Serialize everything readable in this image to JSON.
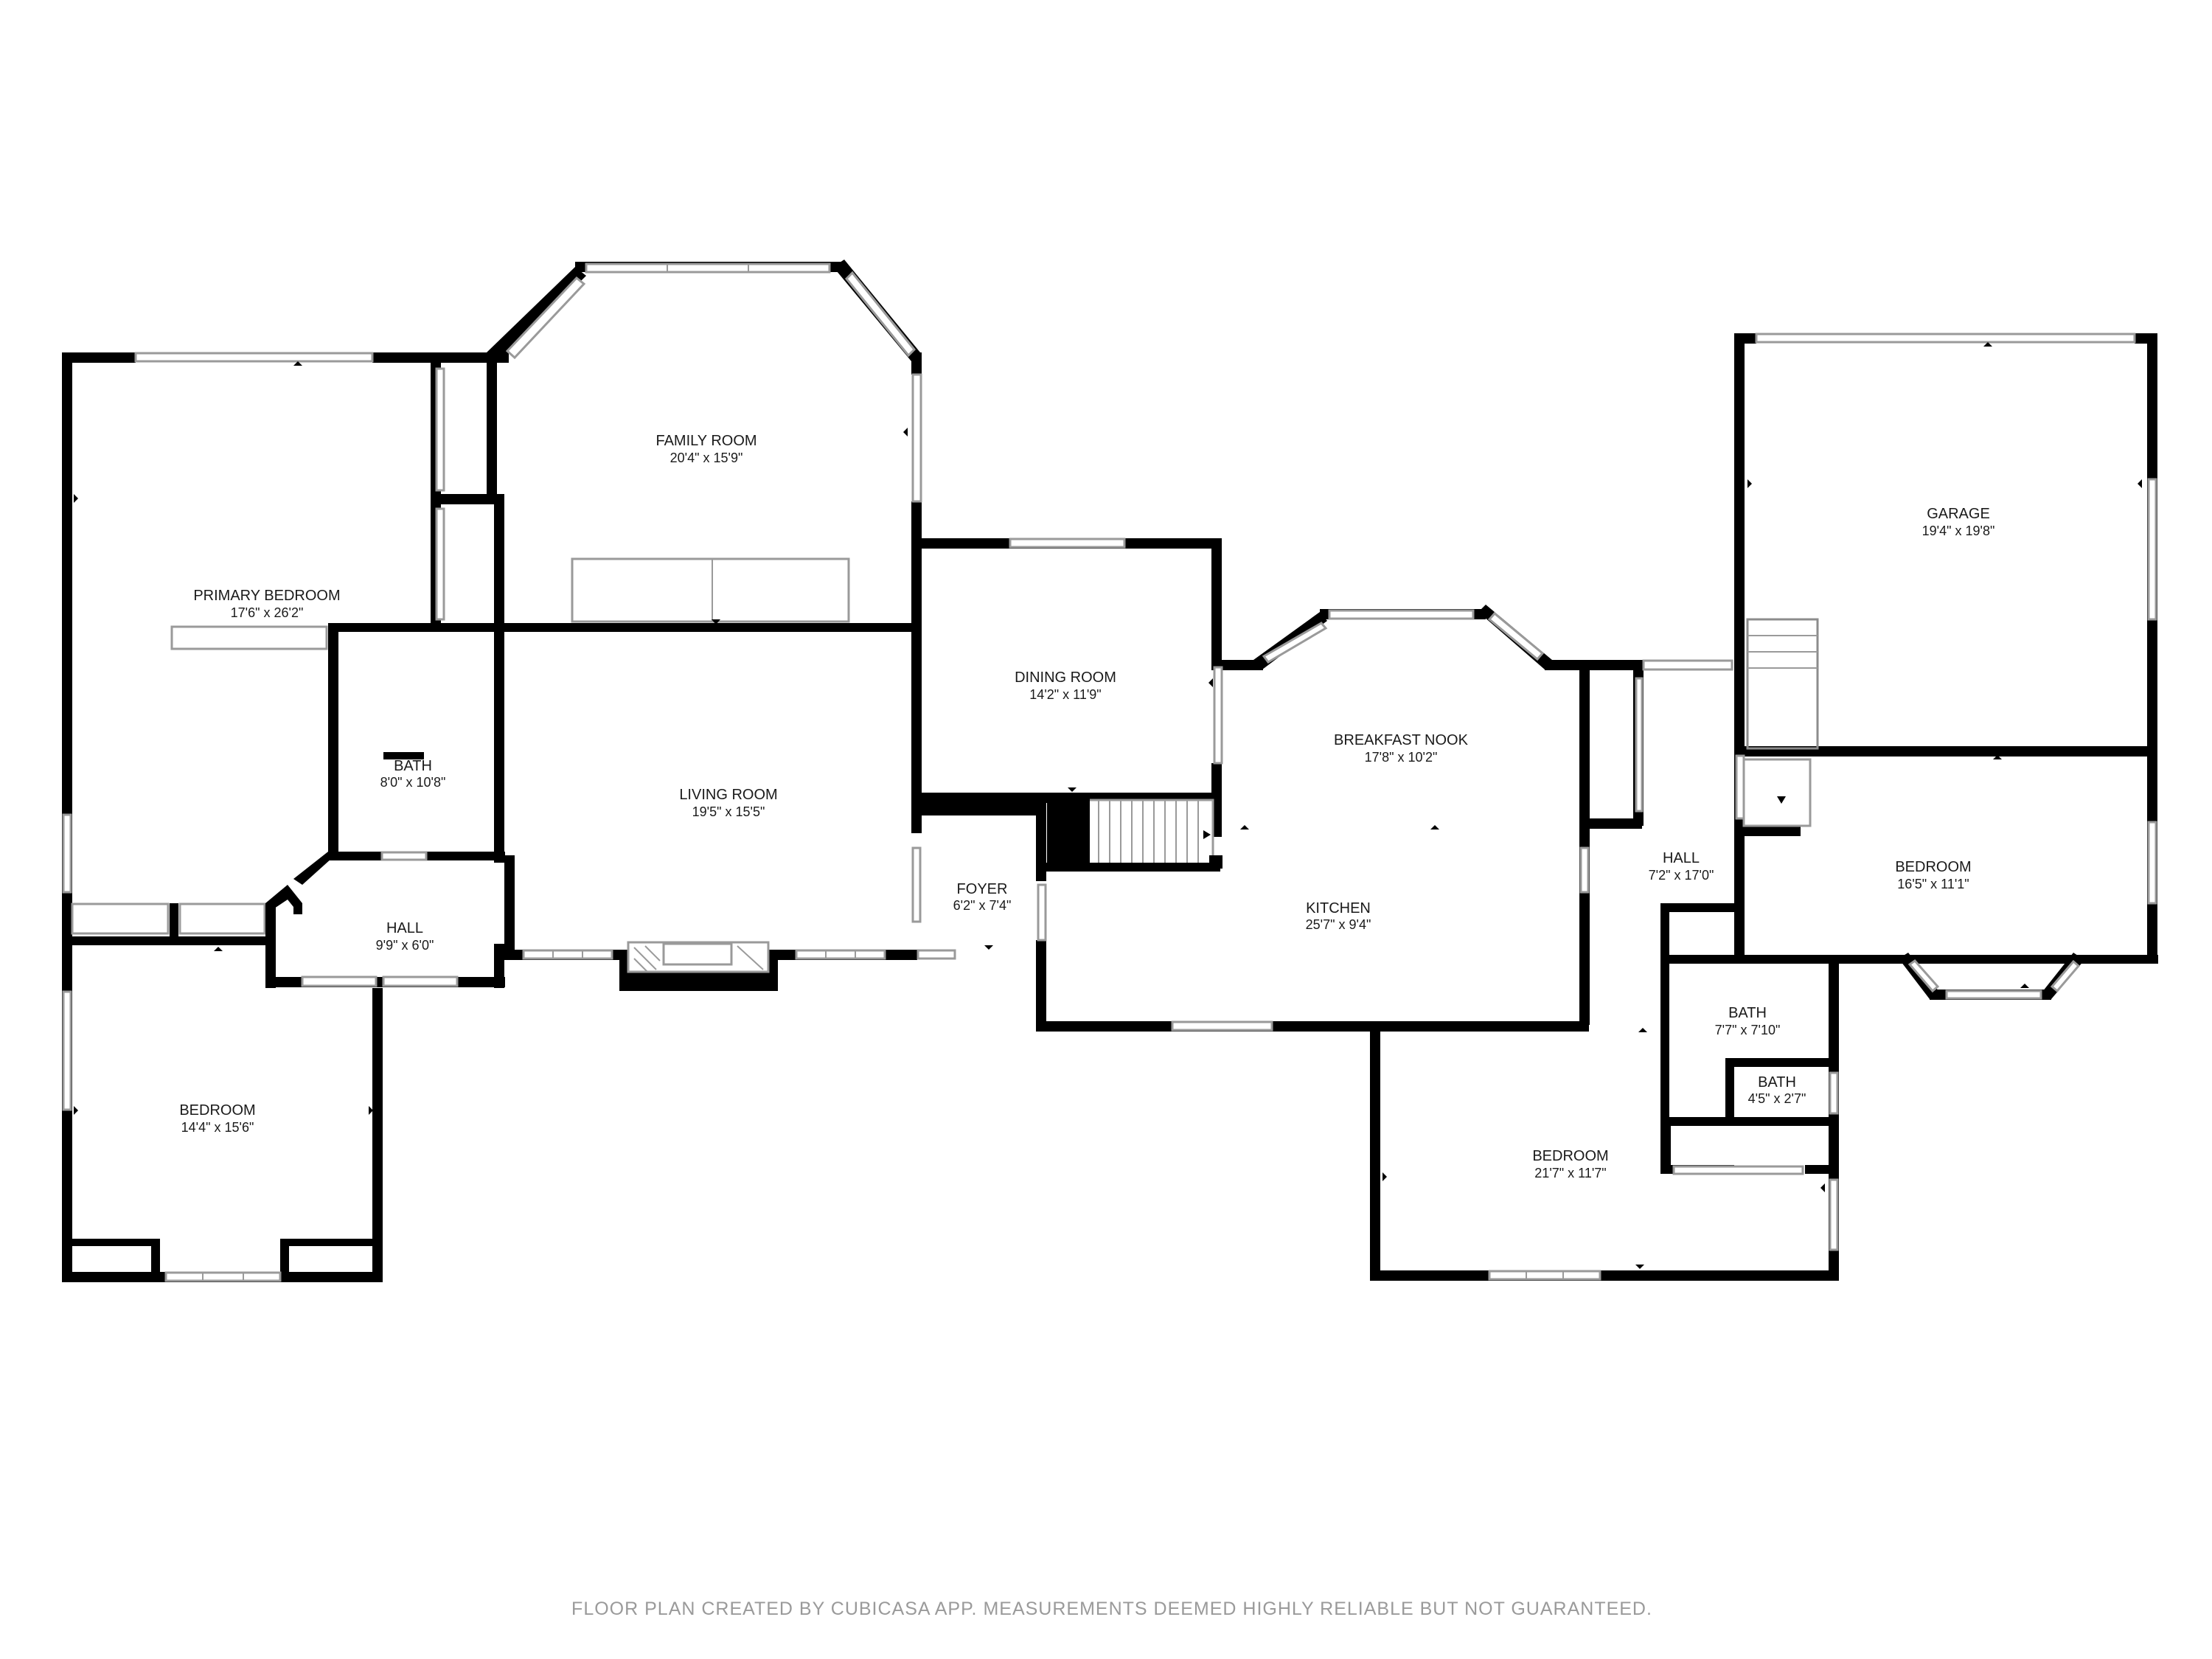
{
  "rooms": {
    "primary_bedroom": {
      "name": "PRIMARY BEDROOM",
      "size": "17'6\" x 26'2\""
    },
    "family_room": {
      "name": "FAMILY ROOM",
      "size": "20'4\" x 15'9\""
    },
    "bath_left": {
      "name": "BATH",
      "size": "8'0\" x 10'8\""
    },
    "living_room": {
      "name": "LIVING ROOM",
      "size": "19'5\" x 15'5\""
    },
    "hall_left": {
      "name": "HALL",
      "size": "9'9\" x 6'0\""
    },
    "bedroom_left": {
      "name": "BEDROOM",
      "size": "14'4\" x 15'6\""
    },
    "dining_room": {
      "name": "DINING ROOM",
      "size": "14'2\" x 11'9\""
    },
    "foyer": {
      "name": "FOYER",
      "size": "6'2\" x 7'4\""
    },
    "breakfast_nook": {
      "name": "BREAKFAST NOOK",
      "size": "17'8\" x 10'2\""
    },
    "kitchen": {
      "name": "KITCHEN",
      "size": "25'7\" x 9'4\""
    },
    "garage": {
      "name": "GARAGE",
      "size": "19'4\" x 19'8\""
    },
    "hall_right": {
      "name": "HALL",
      "size": "7'2\" x 17'0\""
    },
    "bedroom_right": {
      "name": "BEDROOM",
      "size": "16'5\" x 11'1\""
    },
    "bath_right": {
      "name": "BATH",
      "size": "7'7\" x 7'10\""
    },
    "bath_small": {
      "name": "BATH",
      "size": "4'5\" x 2'7\""
    },
    "bedroom_bottom": {
      "name": "BEDROOM",
      "size": "21'7\" x 11'7\""
    }
  },
  "footer": "FLOOR PLAN CREATED BY CUBICASA APP. MEASUREMENTS DEEMED HIGHLY RELIABLE BUT NOT GUARANTEED."
}
